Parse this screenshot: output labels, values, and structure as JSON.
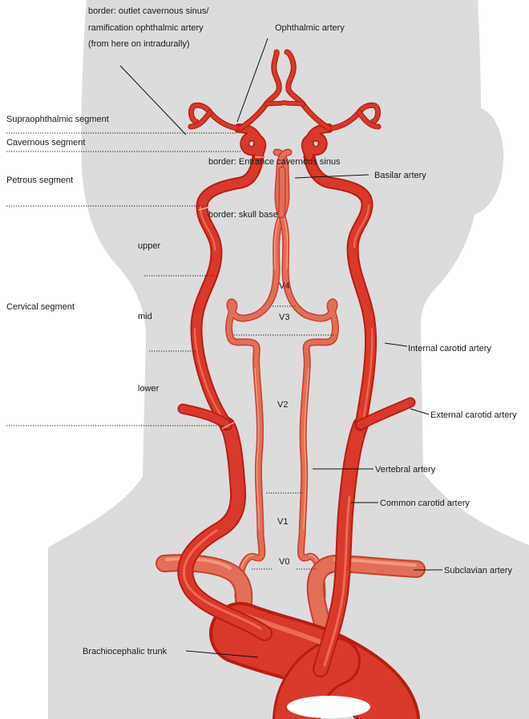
{
  "colors": {
    "silhouette": "#dcdcdc",
    "artery_dark": "#b81d12",
    "artery_main": "#d8392a",
    "artery_highlight": "#ee6a55",
    "vertebral_dark": "#c4422f",
    "vertebral_main": "#e36e57",
    "vertebral_highlight": "#f2997f",
    "text": "#1a1a1a"
  },
  "labels": {
    "border_outlet_1": "border: outlet cavernous sinus/",
    "border_outlet_2": "ramification ophthalmic artery",
    "border_outlet_3": "(from here on intradurally)",
    "ophthalmic_artery": "Ophthalmic artery",
    "supraophthalmic_segment": "Supraophthalmic  segment",
    "cavernous_segment": "Cavernous segment",
    "border_entrance": "border: Entrance cavernous sinus",
    "basilar_artery": "Basilar artery",
    "petrous_segment": "Petrous segment",
    "border_skull_base": "border: skull base",
    "upper": "upper",
    "cervical_segment": "Cervical segment",
    "v4": "V4",
    "mid": "mid",
    "v3": "V3",
    "internal_carotid_artery": "Internal carotid artery",
    "lower": "lower",
    "v2": "V2",
    "external_carotid_artery": "External carotid artery",
    "vertebral_artery": "Vertebral artery",
    "common_carotid_artery": "Common carotid artery",
    "v1": "V1",
    "v0": "V0",
    "subclavian_artery": "Subclavian artery",
    "brachiocephalic_trunk": "Brachiocephalic trunk"
  }
}
